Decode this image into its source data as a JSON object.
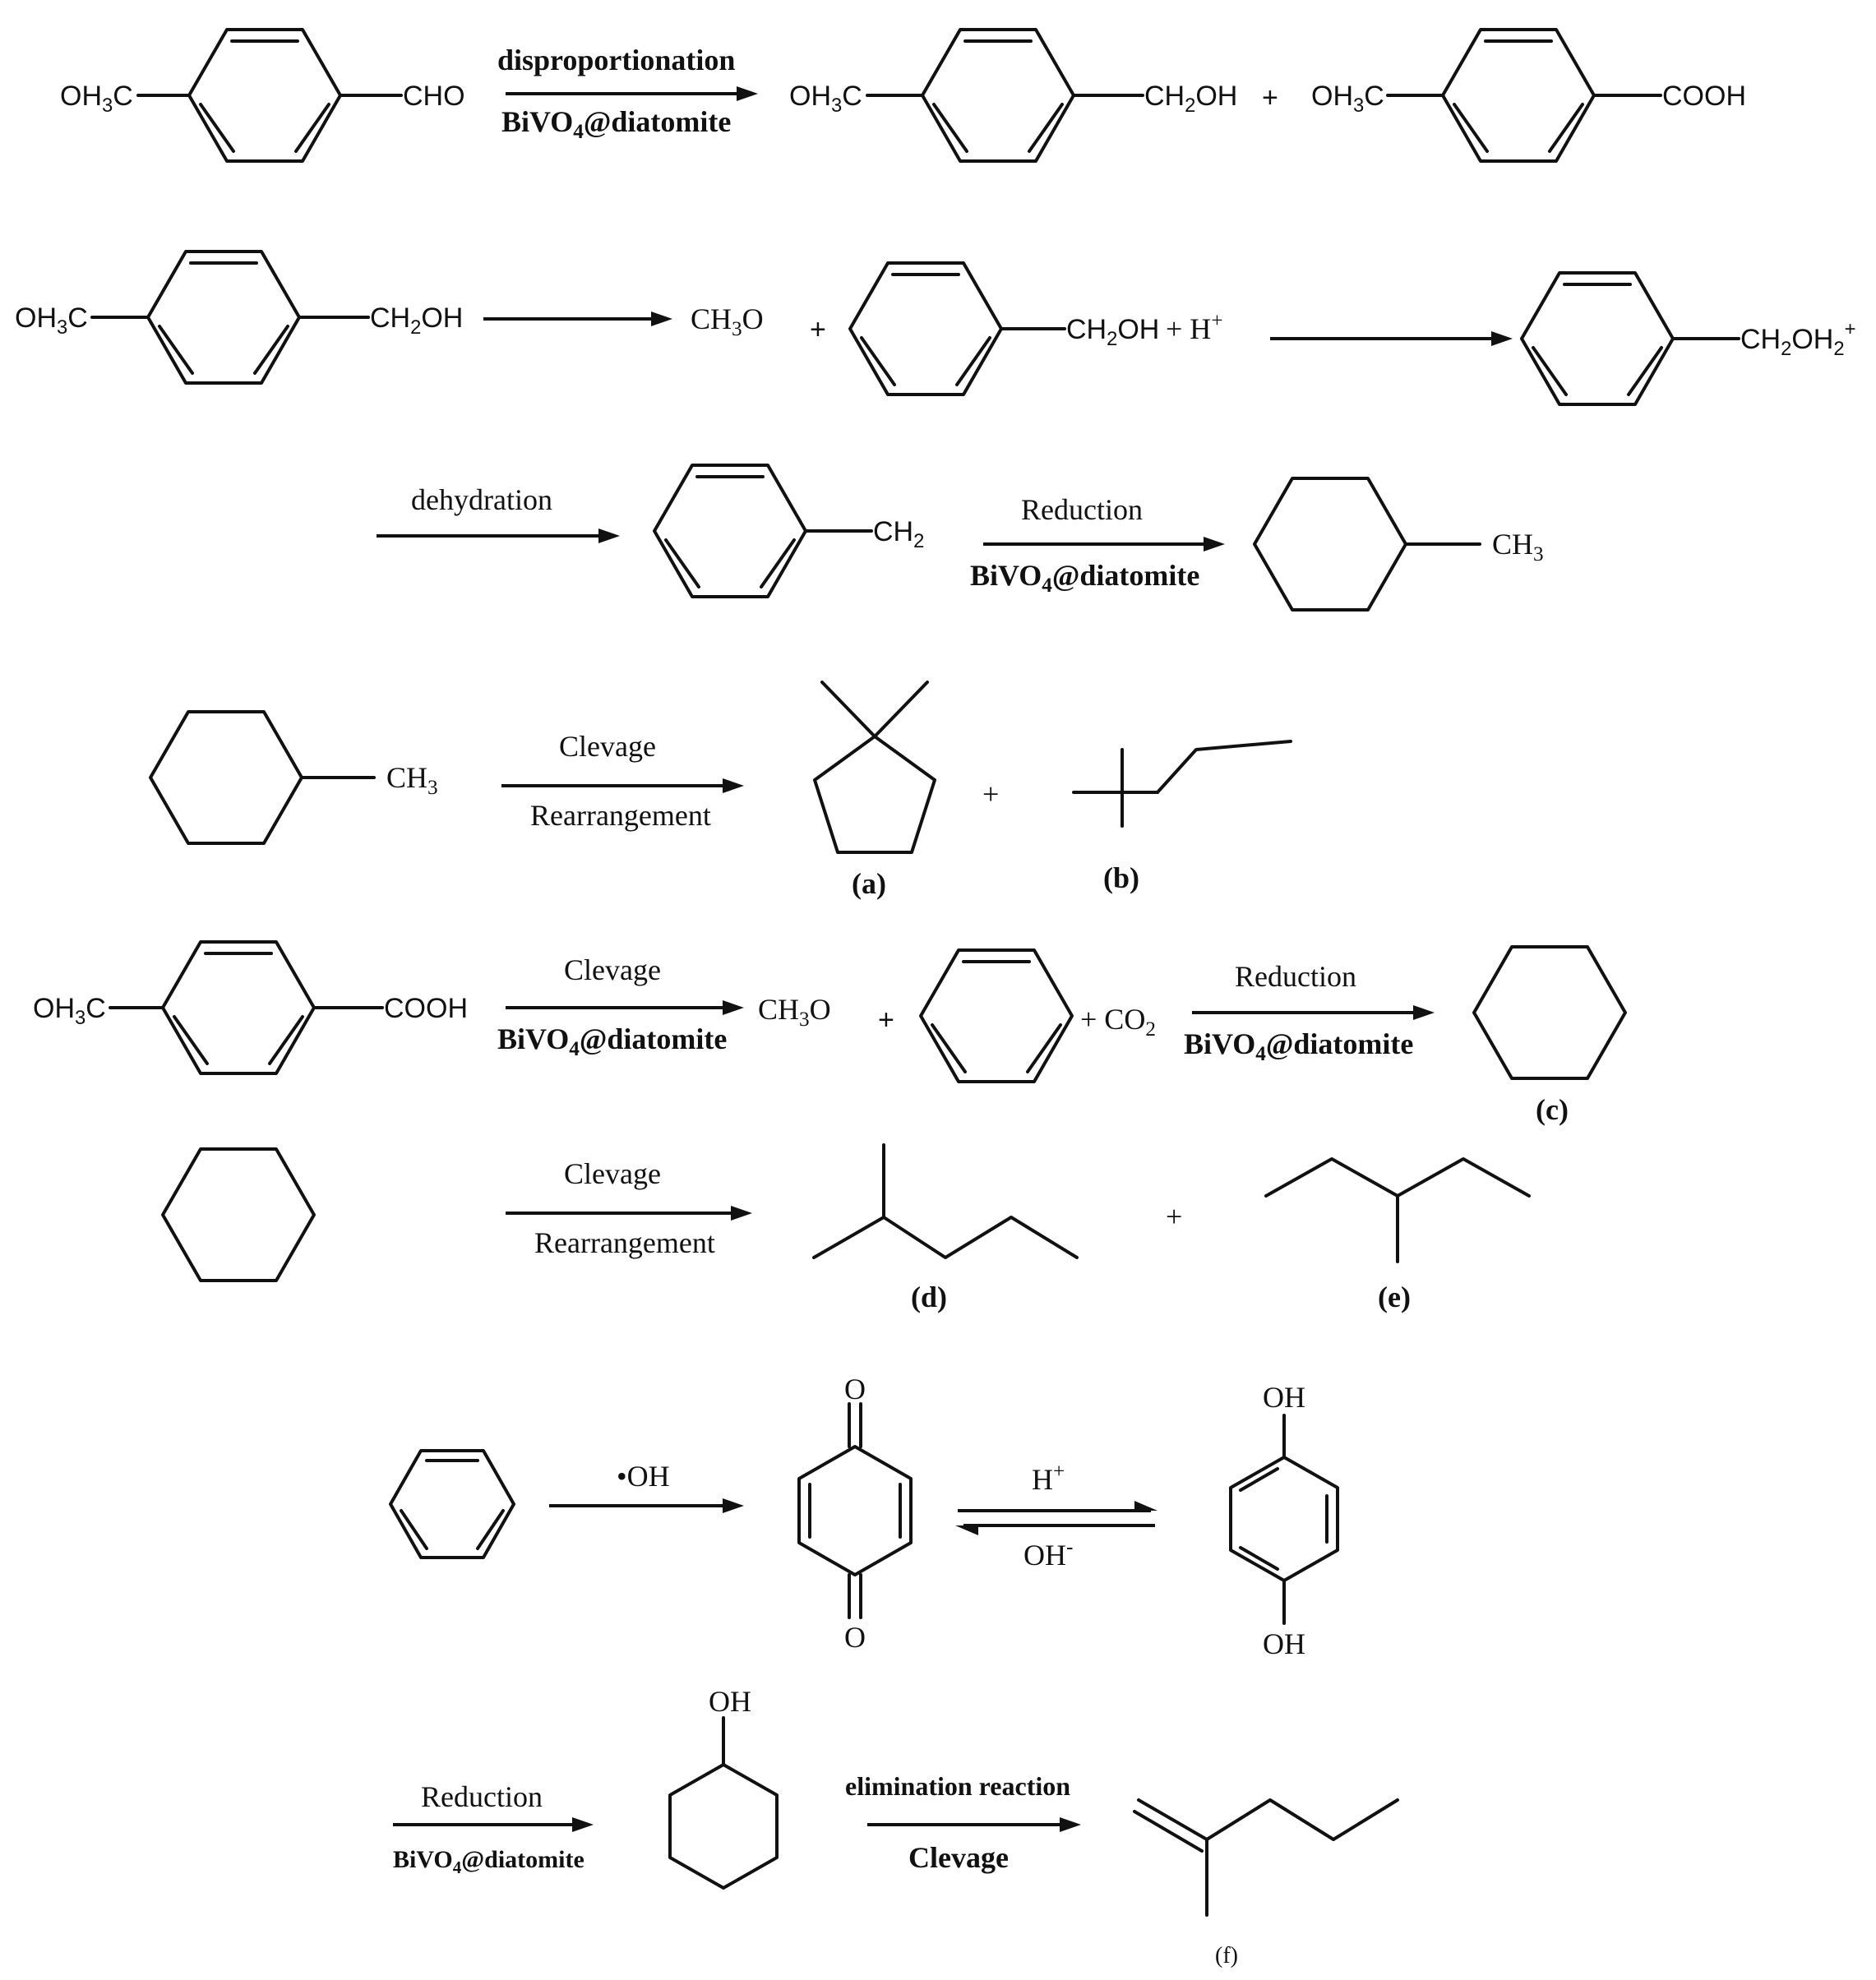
{
  "reactions": {
    "r1": {
      "reactant": {
        "main": "OH",
        "sub": "3",
        "tail": "C"
      },
      "right_group": "CHO",
      "arrow_top": "disproportionation",
      "arrow_bottom": {
        "main": "BiVO",
        "sub": "4",
        "tail": "@diatomite"
      },
      "product1_left": {
        "main": "OH",
        "sub": "3",
        "tail": "C"
      },
      "product1_right": {
        "main": "CH",
        "sub": "2",
        "tail": "OH"
      },
      "plus": "+",
      "product2_left": {
        "main": "OH",
        "sub": "3",
        "tail": "C"
      },
      "product2_right": "COOH"
    },
    "r2": {
      "reactant_left": {
        "main": "OH",
        "sub": "3",
        "tail": "C"
      },
      "reactant_right": {
        "main": "CH",
        "sub": "2",
        "tail": "OH"
      },
      "ch3o": {
        "main": "CH",
        "sub": "3",
        "tail": "O"
      },
      "plus": "+",
      "benzyl_right": {
        "main": "CH",
        "sub": "2",
        "tail": "OH"
      },
      "plus_h": "+ H",
      "h_sup": "+",
      "product_right": {
        "main": "CH",
        "sub": "2",
        "tail": "OH",
        "sub2": "2",
        "sup": "+"
      }
    },
    "r3": {
      "arrow1_top": "dehydration",
      "ch2": {
        "main": "CH",
        "sub": "2"
      },
      "arrow2_top": "Reduction",
      "arrow2_bottom": {
        "main": "BiVO",
        "sub": "4",
        "tail": "@diatomite"
      },
      "ch3": {
        "main": "CH",
        "sub": "3"
      }
    },
    "r4": {
      "ch3": {
        "main": "CH",
        "sub": "3"
      },
      "arrow_top": "Clevage",
      "arrow_bottom": "Rearrangement",
      "plus": "+",
      "label_a": "(a)",
      "label_b": "(b)"
    },
    "r5": {
      "reactant_left": {
        "main": "OH",
        "sub": "3",
        "tail": "C"
      },
      "reactant_right": "COOH",
      "arrow1_top": "Clevage",
      "arrow1_bottom": {
        "main": "BiVO",
        "sub": "4",
        "tail": "@diatomite"
      },
      "ch3o": {
        "main": "CH",
        "sub": "3",
        "tail": "O"
      },
      "plus": "+",
      "co2": {
        "main": "+ CO",
        "sub": "2"
      },
      "arrow2_top": "Reduction",
      "arrow2_bottom": {
        "main": "BiVO",
        "sub": "4",
        "tail": "@diatomite"
      },
      "label_c": "(c)"
    },
    "r6": {
      "arrow_top": "Clevage",
      "arrow_bottom": "Rearrangement",
      "plus": "+",
      "label_d": "(d)",
      "label_e": "(e)"
    },
    "r7": {
      "arrow1_top": "•OH",
      "o_top": "O",
      "o_bottom": "O",
      "eq_top": {
        "main": "H",
        "sup": "+"
      },
      "eq_bottom": {
        "main": "OH",
        "sup": "-"
      },
      "oh_top": "OH",
      "oh_bottom": "OH"
    },
    "r8": {
      "arrow1_top": "Reduction",
      "arrow1_bottom": {
        "main": "BiVO",
        "sub": "4",
        "tail": "@diatomite"
      },
      "oh": "OH",
      "arrow2_top": "elimination reaction",
      "arrow2_bottom": "Clevage",
      "label_f": "(f)"
    }
  }
}
